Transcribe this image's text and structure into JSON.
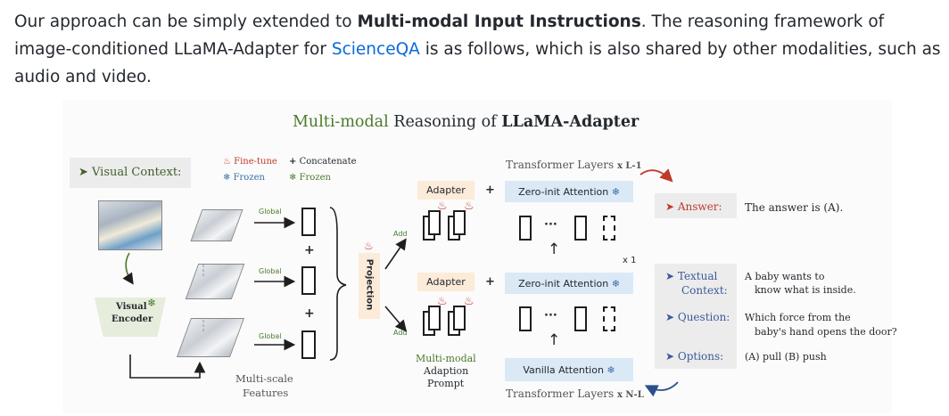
{
  "paragraph": {
    "part1": "Our approach can be simply extended to ",
    "bold": "Multi-modal Input Instructions",
    "part2": ". The reasoning framework of image-conditioned LLaMA-Adapter for ",
    "link": "ScienceQA",
    "part3": " is as follows, which is also shared by other modalities, such as audio and video."
  },
  "figure": {
    "title_green": "Multi-modal",
    "title_rest": " Reasoning of ",
    "title_bold": "LLaMA-Adapter",
    "visual_context": "➤ Visual Context:",
    "legend": {
      "fine_tune": "Fine-tune",
      "concatenate": "Concatenate",
      "frozen_a": "Frozen",
      "frozen_b": "Frozen"
    },
    "visual_encoder_1": "Visual",
    "visual_encoder_2": "Encoder",
    "global_label": "Global",
    "plus": "+",
    "multi_scale_1": "Multi-scale",
    "multi_scale_2": "Features",
    "projection": "Projection",
    "add_label": "Add",
    "adapter": "Adapter",
    "zero_init": "Zero-init Attention",
    "vanilla": "Vanilla Attention",
    "ellipsis": "···",
    "up_arrow": "↑",
    "x1": "x 1",
    "transformer_top": "Transformer Layers",
    "top_mult": "x L-1",
    "transformer_bottom": "Transformer Layers",
    "bottom_mult": "x N-L",
    "adaption_1": "Multi-modal",
    "adaption_2": "Adaption",
    "adaption_3": "Prompt",
    "answer_label": "➤ Answer:",
    "answer_text": "The answer is (A).",
    "textual_label_1": "➤ Textual",
    "textual_label_2": "Context:",
    "textual_text_1": "A baby wants to",
    "textual_text_2": "know what is inside.",
    "question_label": "➤ Question:",
    "question_text_1": "Which force from the",
    "question_text_2": "baby's hand opens the door?",
    "options_label": "➤ Options:",
    "options_text": "(A) pull  (B) push"
  },
  "colors": {
    "green": "#4a7a2a",
    "red": "#c0392b",
    "blue_fill": "#dbe9f7",
    "tan_fill": "#fbebd8",
    "link": "#0969da"
  },
  "icons": [
    "flame-icon",
    "snowflake-icon",
    "plus-icon",
    "arrow-icon"
  ]
}
